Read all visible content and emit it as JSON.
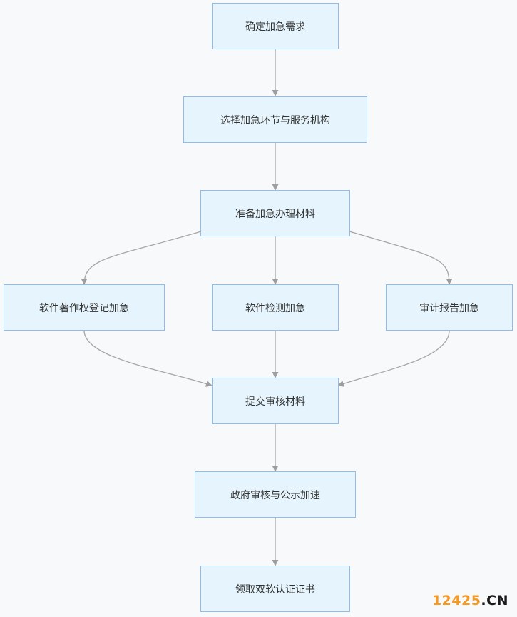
{
  "nodes": {
    "n1": "确定加急需求",
    "n2": "选择加急环节与服务机构",
    "n3": "准备加急办理材料",
    "n4a": "软件著作权登记加急",
    "n4b": "软件检测加急",
    "n4c": "审计报告加急",
    "n5": "提交审核材料",
    "n6": "政府审核与公示加速",
    "n7": "领取双软认证证书"
  },
  "watermark": {
    "number": "12425",
    "domain": ".CN"
  },
  "colors": {
    "node_fill": "#e6f5fd",
    "node_border": "#8fbce9",
    "edge": "#9e9e9e",
    "watermark_number": "#f59a23"
  }
}
